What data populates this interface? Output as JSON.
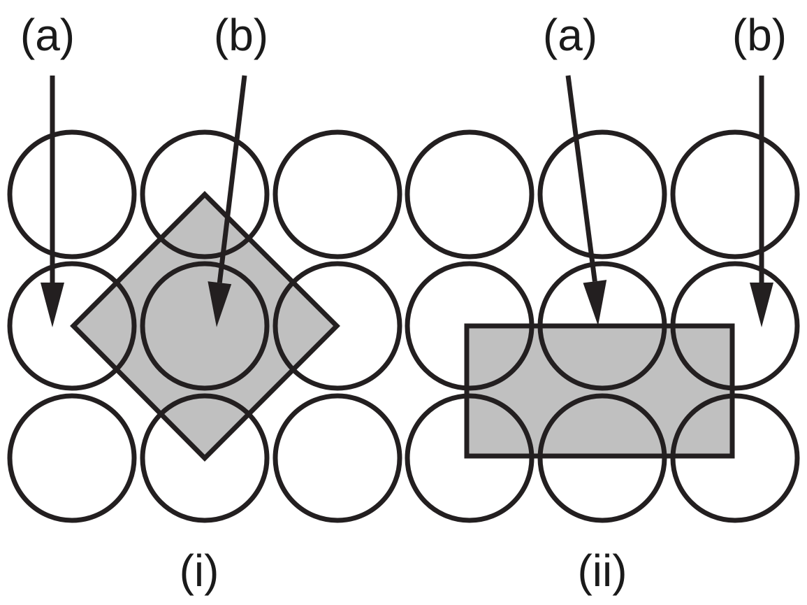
{
  "colors": {
    "stroke": "#231f20",
    "fill_shape": "#c0c0c0",
    "background": "#ffffff"
  },
  "labels": {
    "a_left": "(a)",
    "b_left": "(b)",
    "a_right": "(a)",
    "b_right": "(b)"
  },
  "captions": {
    "left": "(i)",
    "right": "(ii)"
  },
  "icons": {
    "circle": "atom-circle-icon",
    "arrow": "arrow-down-icon"
  }
}
